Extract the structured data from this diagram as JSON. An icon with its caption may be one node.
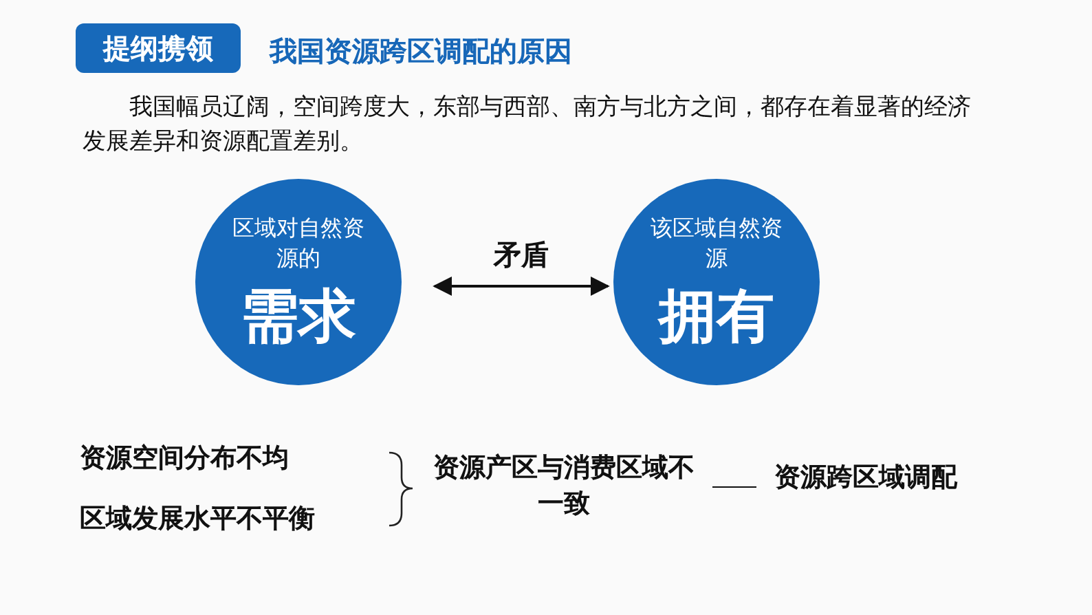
{
  "diagram": {
    "title": "我国资源跨区调配的原因",
    "nodes": [
      {
        "text": [
          "提纲携领"
        ]
      },
      {
        "text": [
          "区域对自然资源的",
          "需求"
        ]
      },
      {
        "text": [
          "该区域自然资源",
          "拥有"
        ]
      },
      {
        "text": [
          "资源空间分布不均"
        ]
      },
      {
        "text": [
          "区域发展水平不平衡"
        ]
      },
      {
        "text": [
          "资源产区与消费区域不一致"
        ]
      },
      {
        "text": [
          "资源跨区域调配"
        ]
      }
    ],
    "edges": [
      {
        "from": 1,
        "to": 2,
        "arrow": "both",
        "label": "矛盾"
      },
      {
        "from": 5,
        "to": 6,
        "arrow": "none"
      }
    ],
    "labels": [
      "我国幅员辽阔，空间跨度大，东部与西部、南方与北方之间，都存在着显著的经济发展差异和资源配置差别。"
    ]
  }
}
